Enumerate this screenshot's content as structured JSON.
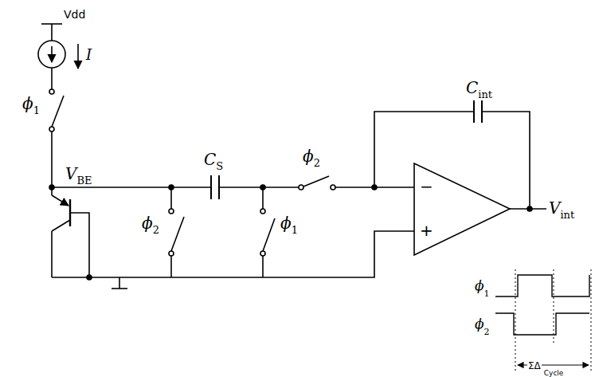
{
  "diagram": {
    "labels": [
      "Vdd",
      "I",
      "ϕ",
      "1",
      "V",
      "BE",
      "C",
      "S",
      "ϕ",
      "2",
      "C",
      "int",
      "−",
      "+",
      "V",
      "int",
      "ϕ",
      "2",
      "ϕ",
      "1",
      "ϕ",
      "1",
      "ϕ",
      "2",
      "ΣΔ",
      "Cycle"
    ]
  }
}
